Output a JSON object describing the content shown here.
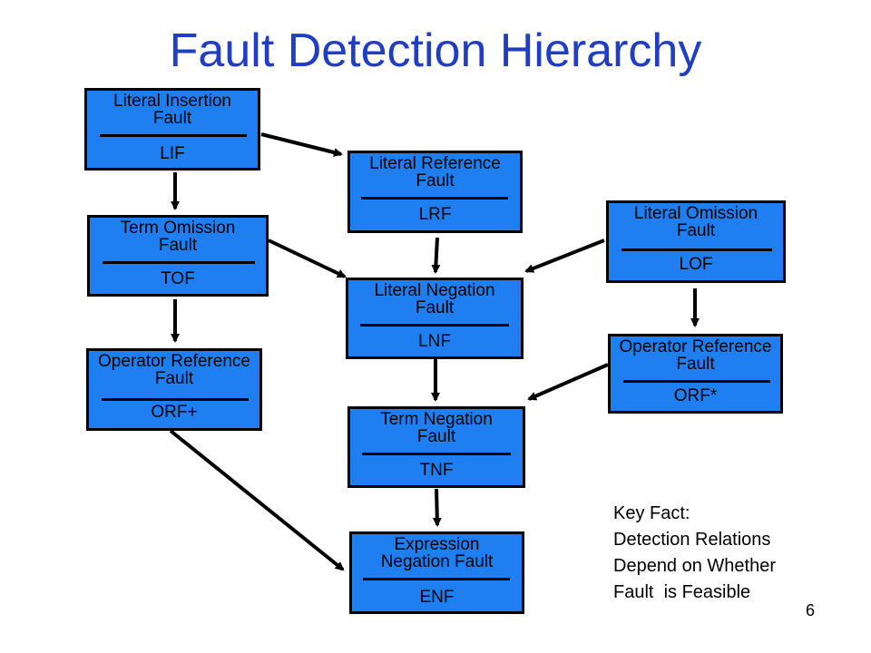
{
  "title": "Fault Detection Hierarchy",
  "nodes": {
    "lif": {
      "name": "Literal Insertion Fault",
      "abbr": "LIF"
    },
    "lrf": {
      "name": "Literal Reference Fault",
      "abbr": "LRF"
    },
    "lof": {
      "name": "Literal Omission Fault",
      "abbr": "LOF"
    },
    "tof": {
      "name": "Term Omission Fault",
      "abbr": "TOF"
    },
    "lnf": {
      "name": "Literal Negation Fault",
      "abbr": "LNF"
    },
    "orf_plus": {
      "name": "Operator Reference Fault",
      "abbr": "ORF+"
    },
    "orf_star": {
      "name": "Operator Reference Fault",
      "abbr": "ORF*"
    },
    "tnf": {
      "name": "Term Negation Fault",
      "abbr": "TNF"
    },
    "enf": {
      "name": "Expression Negation Fault",
      "abbr": "ENF"
    }
  },
  "edges": [
    [
      "lif",
      "lrf"
    ],
    [
      "lif",
      "tof"
    ],
    [
      "tof",
      "lnf"
    ],
    [
      "tof",
      "orf_plus"
    ],
    [
      "lrf",
      "lnf"
    ],
    [
      "lof",
      "lnf"
    ],
    [
      "lof",
      "orf_star"
    ],
    [
      "lnf",
      "tnf"
    ],
    [
      "orf_star",
      "tnf"
    ],
    [
      "tnf",
      "enf"
    ],
    [
      "orf_plus",
      "enf"
    ]
  ],
  "key_fact": {
    "line1": "Key Fact:",
    "line2": "Detection Relations",
    "line3": "Depend on Whether",
    "line4": "Fault  is Feasible"
  },
  "page_number": "6"
}
